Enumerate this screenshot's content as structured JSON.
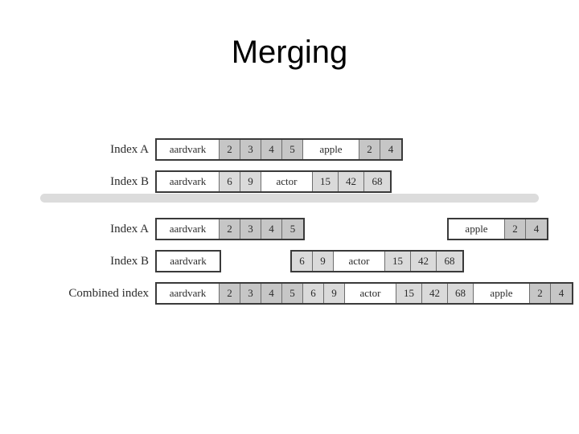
{
  "slide": {
    "title": "Merging",
    "background_color": "#ffffff",
    "divider_color": "#dcdcdc"
  },
  "colors": {
    "index_a_cell": "#c6c6c6",
    "index_b_cell": "#dadada",
    "term_cell": "#ffffff",
    "border": "#3a3a3a",
    "text": "#2b2b2b"
  },
  "labels": {
    "index_a": "Index A",
    "index_b": "Index B",
    "combined_index": "Combined index"
  },
  "top_section": {
    "rows": [
      {
        "label": "Index A",
        "source": "A",
        "cells": [
          {
            "text": "aardvark",
            "kind": "term"
          },
          {
            "text": "2",
            "kind": "numA"
          },
          {
            "text": "3",
            "kind": "numA"
          },
          {
            "text": "4",
            "kind": "numA"
          },
          {
            "text": "5",
            "kind": "numA"
          },
          {
            "text": "apple",
            "kind": "term"
          },
          {
            "text": "2",
            "kind": "numA"
          },
          {
            "text": "4",
            "kind": "numA"
          }
        ]
      },
      {
        "label": "Index B",
        "source": "B",
        "cells": [
          {
            "text": "aardvark",
            "kind": "term"
          },
          {
            "text": "6",
            "kind": "numB"
          },
          {
            "text": "9",
            "kind": "numB"
          },
          {
            "text": "actor",
            "kind": "term"
          },
          {
            "text": "15",
            "kind": "numB"
          },
          {
            "text": "42",
            "kind": "numB"
          },
          {
            "text": "68",
            "kind": "numB"
          }
        ]
      }
    ]
  },
  "bottom_section": {
    "rows": [
      {
        "label": "Index A",
        "groups": [
          {
            "cells": [
              {
                "text": "aardvark",
                "kind": "term"
              },
              {
                "text": "2",
                "kind": "numA"
              },
              {
                "text": "3",
                "kind": "numA"
              },
              {
                "text": "4",
                "kind": "numA"
              },
              {
                "text": "5",
                "kind": "numA"
              }
            ]
          },
          {
            "cells": [
              {
                "text": "apple",
                "kind": "term"
              },
              {
                "text": "2",
                "kind": "numA"
              },
              {
                "text": "4",
                "kind": "numA"
              }
            ]
          }
        ]
      },
      {
        "label": "Index B",
        "groups": [
          {
            "cells": [
              {
                "text": "aardvark",
                "kind": "term"
              }
            ]
          },
          {
            "cells": [
              {
                "text": "6",
                "kind": "numB"
              },
              {
                "text": "9",
                "kind": "numB"
              },
              {
                "text": "actor",
                "kind": "term"
              },
              {
                "text": "15",
                "kind": "numB"
              },
              {
                "text": "42",
                "kind": "numB"
              },
              {
                "text": "68",
                "kind": "numB"
              }
            ]
          }
        ]
      },
      {
        "label": "Combined index",
        "groups": [
          {
            "cells": [
              {
                "text": "aardvark",
                "kind": "term"
              },
              {
                "text": "2",
                "kind": "numA"
              },
              {
                "text": "3",
                "kind": "numA"
              },
              {
                "text": "4",
                "kind": "numA"
              },
              {
                "text": "5",
                "kind": "numA"
              },
              {
                "text": "6",
                "kind": "numB"
              },
              {
                "text": "9",
                "kind": "numB"
              },
              {
                "text": "actor",
                "kind": "term"
              },
              {
                "text": "15",
                "kind": "numB"
              },
              {
                "text": "42",
                "kind": "numB"
              },
              {
                "text": "68",
                "kind": "numB"
              },
              {
                "text": "apple",
                "kind": "term"
              },
              {
                "text": "2",
                "kind": "numA"
              },
              {
                "text": "4",
                "kind": "numA"
              }
            ]
          }
        ]
      }
    ]
  }
}
